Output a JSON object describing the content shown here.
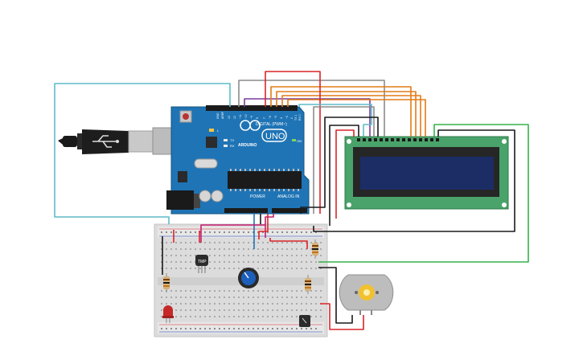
{
  "arduino": {
    "brand": "ARDUINO",
    "model": "UNO",
    "digital_header": "DIGITAL (PWM~)",
    "power_header": "POWER",
    "analog_header": "ANALOG IN",
    "tx": "TX",
    "rx": "RX",
    "l": "L",
    "on": "ON",
    "aref": "AREF",
    "gnd": "GND",
    "pin13": "13",
    "pin12": "12",
    "pin11": "~11",
    "pin10": "~10",
    "pin9": "~9",
    "pin8": "8",
    "pin7": "7",
    "pin6": "~6",
    "pin5": "~5",
    "pin4": "4",
    "pin3": "~3",
    "pin2": "2",
    "pin1": "TX 1",
    "pin0": "RX 0"
  },
  "sensor": {
    "label": "TMP"
  },
  "colors": {
    "board": "#1f74b5",
    "lcd_frame": "#4aa36a",
    "lcd_screen": "#1c2d66",
    "wire_red": "#d9252a",
    "wire_orange": "#e27b16",
    "wire_purple": "#7a3c9a",
    "wire_gray": "#8c8c8c",
    "wire_black": "#222222",
    "wire_green": "#35b34a",
    "wire_cyan": "#5fbcc9",
    "wire_pink": "#c51f6f"
  }
}
